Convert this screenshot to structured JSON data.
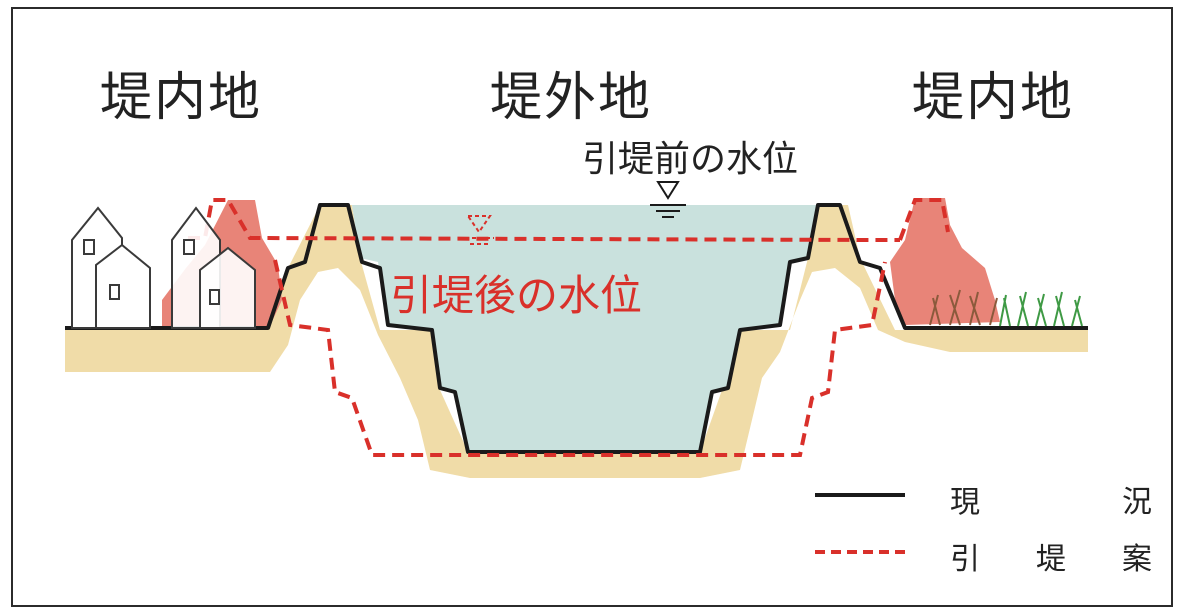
{
  "regions": {
    "left": "堤内地",
    "center": "堤外地",
    "right": "堤内地"
  },
  "water_levels": {
    "before": "引堤前の水位",
    "after": "引堤後の水位"
  },
  "legend": [
    {
      "line_style": "solid",
      "color": "#1a1a1a",
      "label_chars": [
        "現",
        "況"
      ]
    },
    {
      "line_style": "dashed",
      "color": "#d9302a",
      "label_chars": [
        "引",
        "堤",
        "案"
      ]
    }
  ],
  "colors": {
    "frame": "#2b2b2b",
    "ground": "#f0dca8",
    "water": "#c9e1dd",
    "current_levee_line": "#1a1a1a",
    "proposed_levee_line": "#d9302a",
    "removed_levee_fill": "#e88478",
    "grass": "#3f9a45",
    "reeds": "#8b5a3c"
  },
  "icons": [
    "house-icon",
    "water-level-marker-icon",
    "grass-icon"
  ]
}
